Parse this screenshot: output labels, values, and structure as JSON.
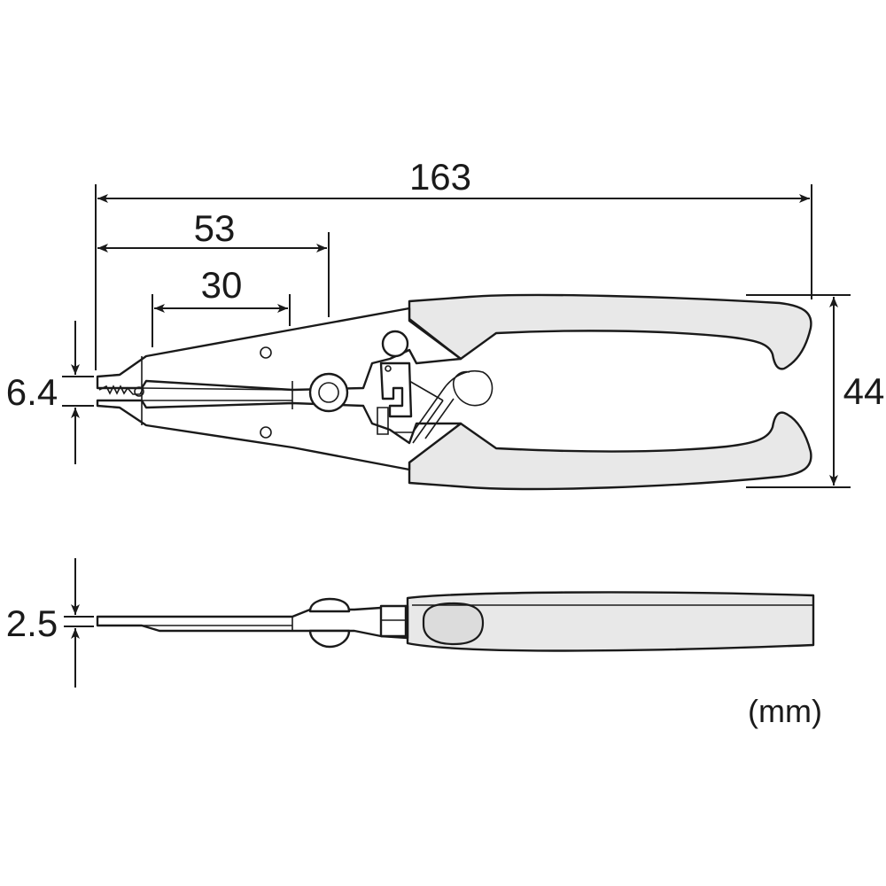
{
  "figure": {
    "dimensions": {
      "overall_length": "163",
      "pivot_length": "53",
      "jaw_length": "30",
      "tip_width": "6.4",
      "handle_width": "44",
      "thickness": "2.5"
    },
    "unit_label": "(mm)"
  }
}
